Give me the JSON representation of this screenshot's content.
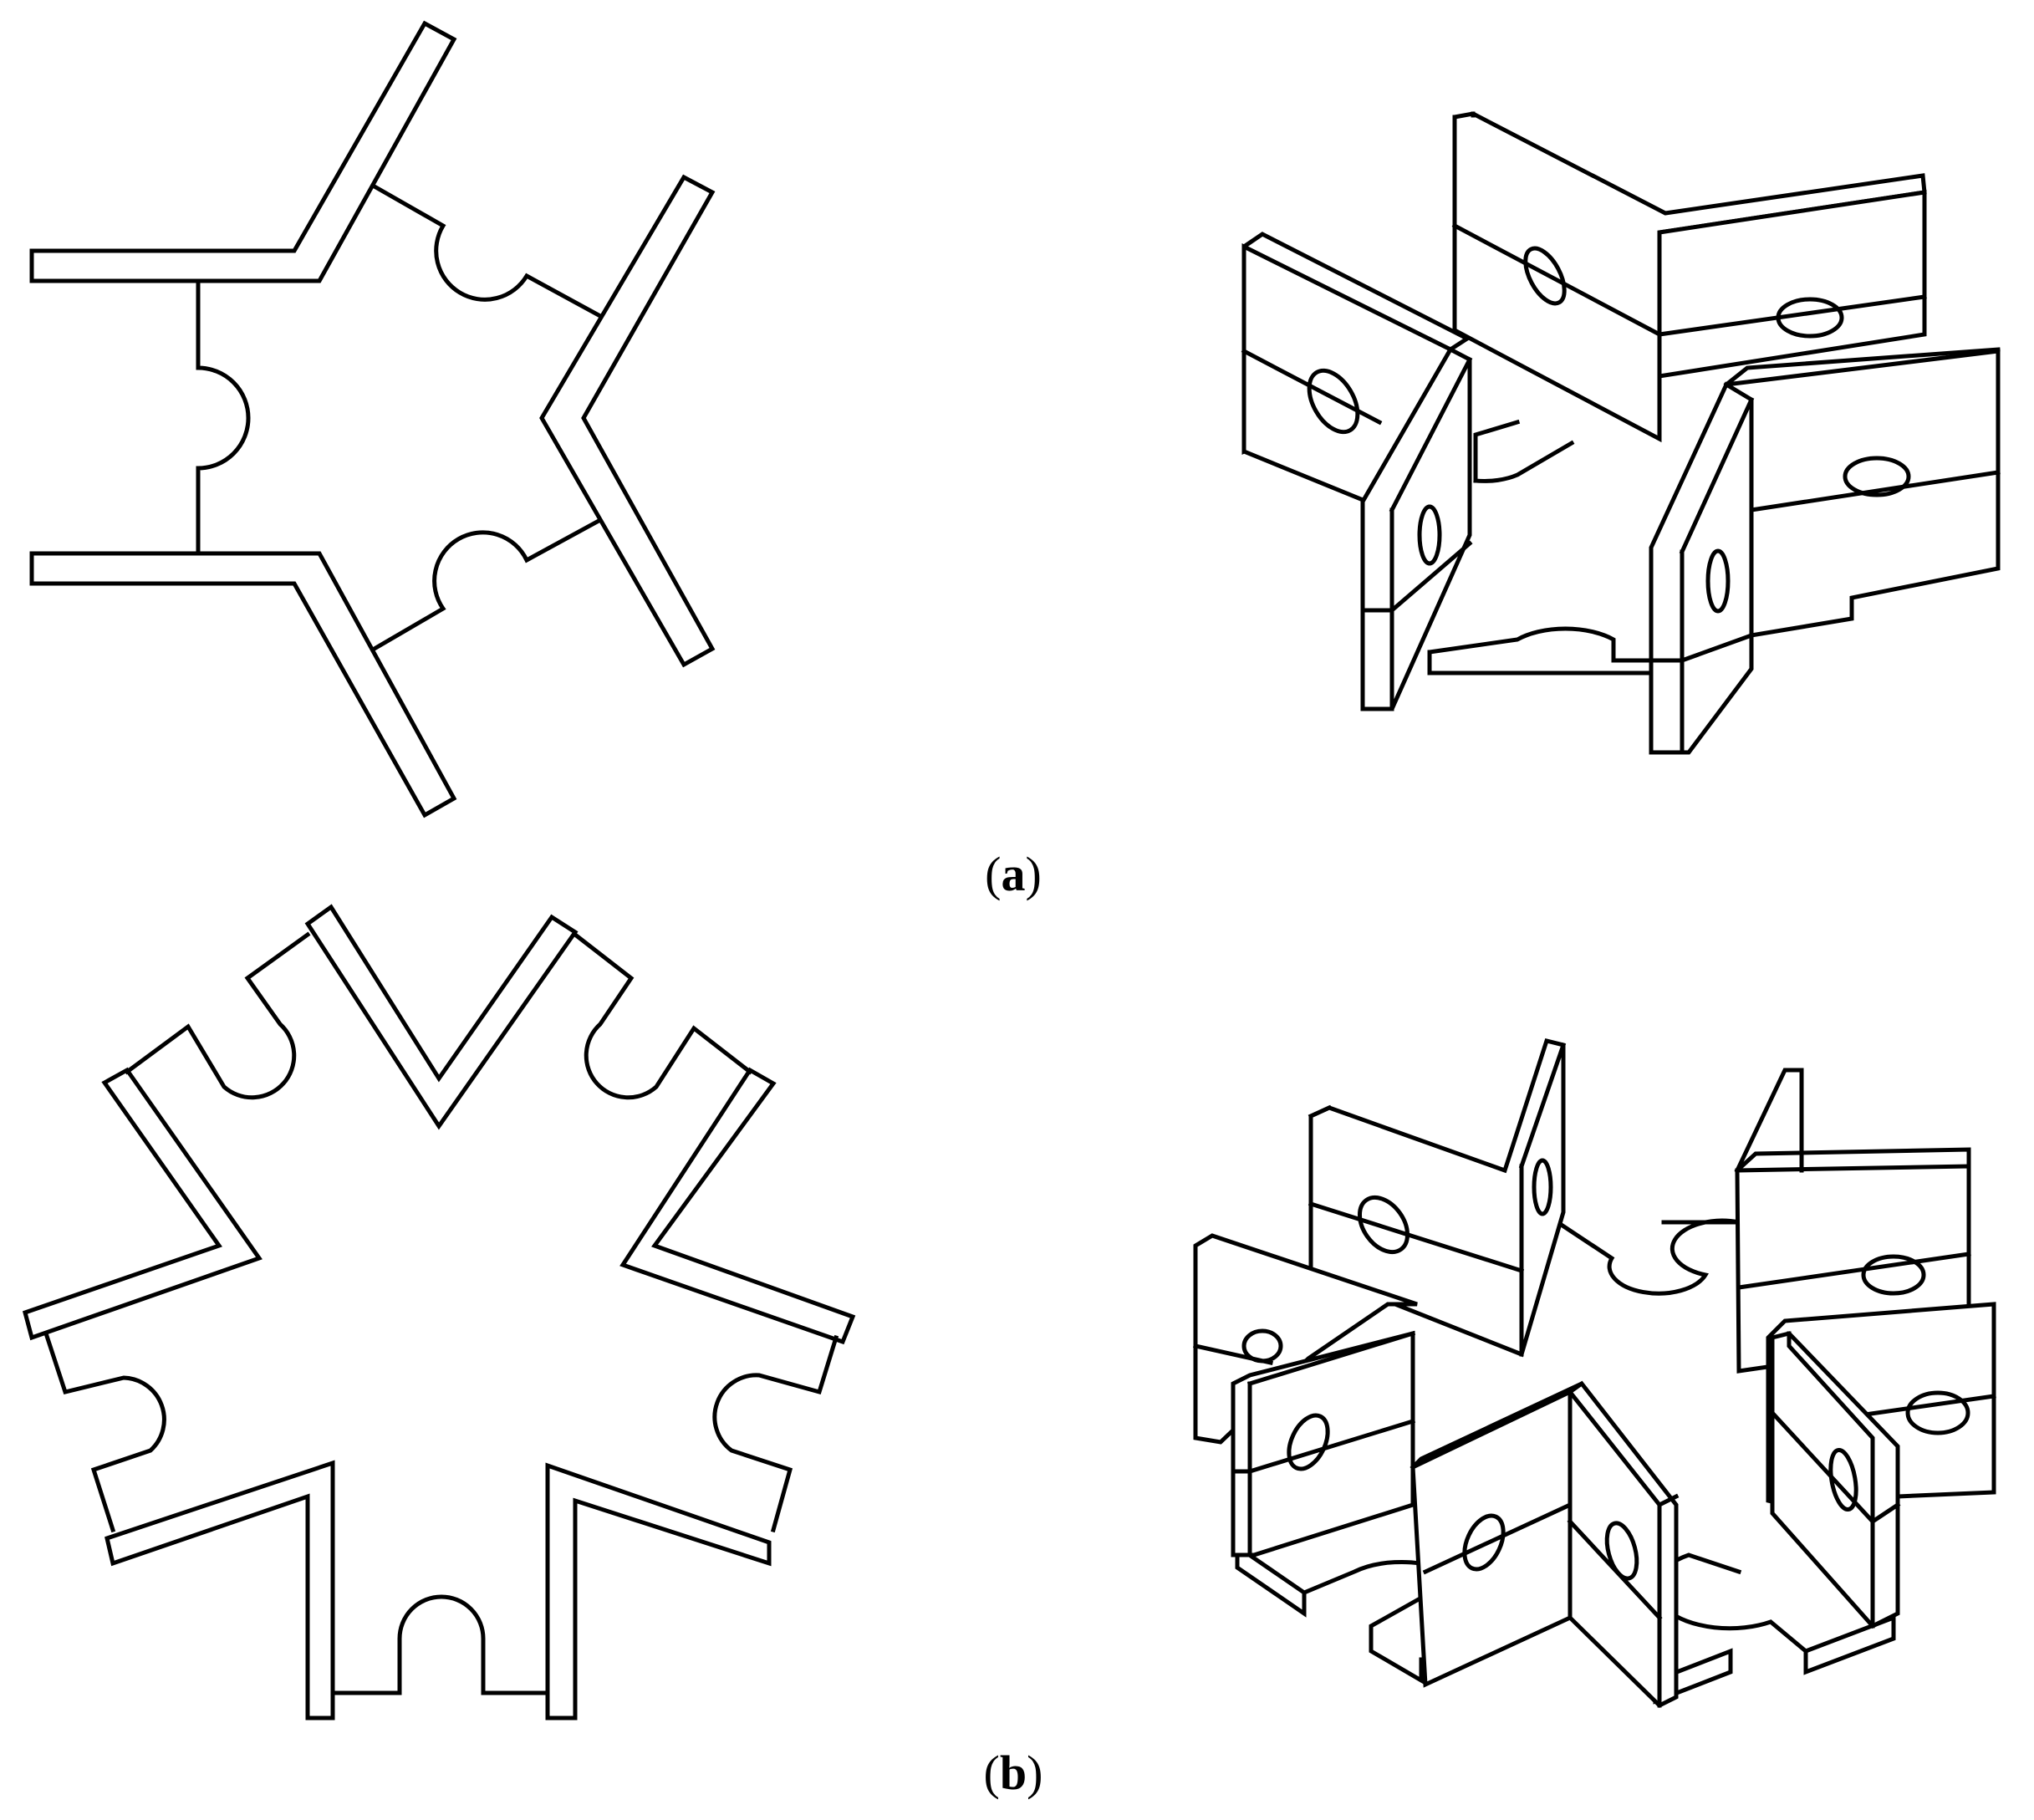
{
  "panels": [
    {
      "id": "a",
      "caption_open": "(",
      "caption_letter": "a",
      "caption_close": ")"
    },
    {
      "id": "b",
      "caption_open": "(",
      "caption_letter": "b",
      "caption_close": ")"
    }
  ],
  "colors": {
    "stroke": "#000000",
    "background": "#ffffff"
  }
}
